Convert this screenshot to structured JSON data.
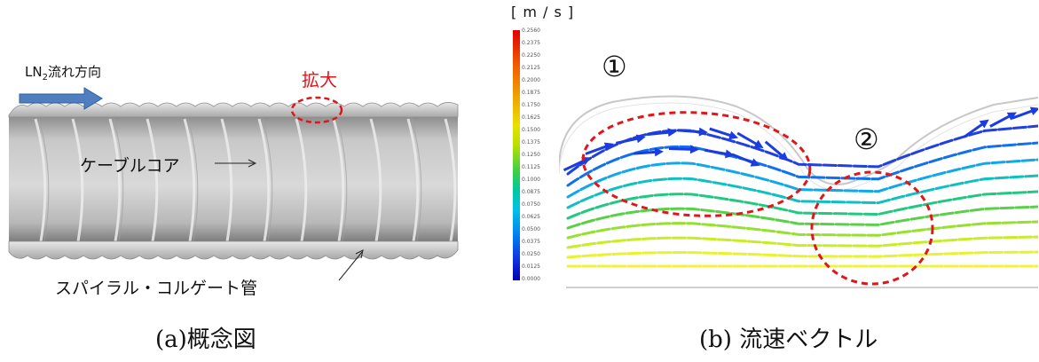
{
  "panel_a": {
    "flow_label_prefix": "LN",
    "flow_label_sub": "2",
    "flow_label_suffix": "流れ方向",
    "zoom_label": "拡大",
    "core_label": "ケーブルコア",
    "tube_label": "スパイラル・コルゲート管",
    "caption": "(a)概念図",
    "colors": {
      "arrow": "#4f7fbf",
      "highlight": "#e0161b",
      "tube": "#c9c9c9"
    }
  },
  "panel_b": {
    "unit": "[ m / s ]",
    "scale_ticks": [
      "0.2560",
      "0.2375",
      "0.2250",
      "0.2125",
      "0.2000",
      "0.1875",
      "0.1750",
      "0.1625",
      "0.1500",
      "0.1375",
      "0.1250",
      "0.1125",
      "0.1000",
      "0.0875",
      "0.0750",
      "0.0625",
      "0.0500",
      "0.0375",
      "0.0250",
      "0.0125",
      "0.0000"
    ],
    "region_1": "①",
    "region_2": "②",
    "caption": "(b) 流速ベクトル",
    "colors": {
      "highlight": "#e0161b"
    }
  }
}
